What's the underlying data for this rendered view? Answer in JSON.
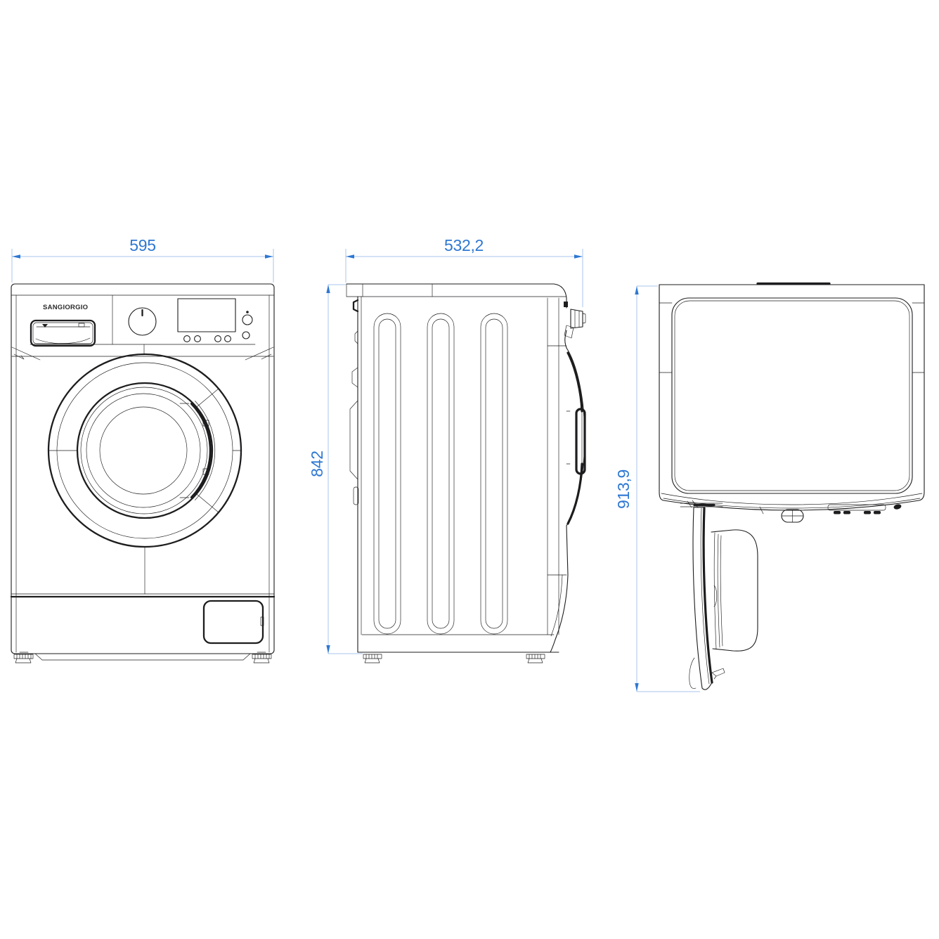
{
  "brand_logo": "SANGIORGIO",
  "dimensions": {
    "front_width": "595",
    "side_depth": "532,2",
    "side_height": "842",
    "top_open_height": "913,9"
  },
  "colors": {
    "dimension_text": "#2e78d2",
    "dimension_line": "#a9c4ed",
    "line": "#1d1d1f",
    "background": "#ffffff"
  }
}
